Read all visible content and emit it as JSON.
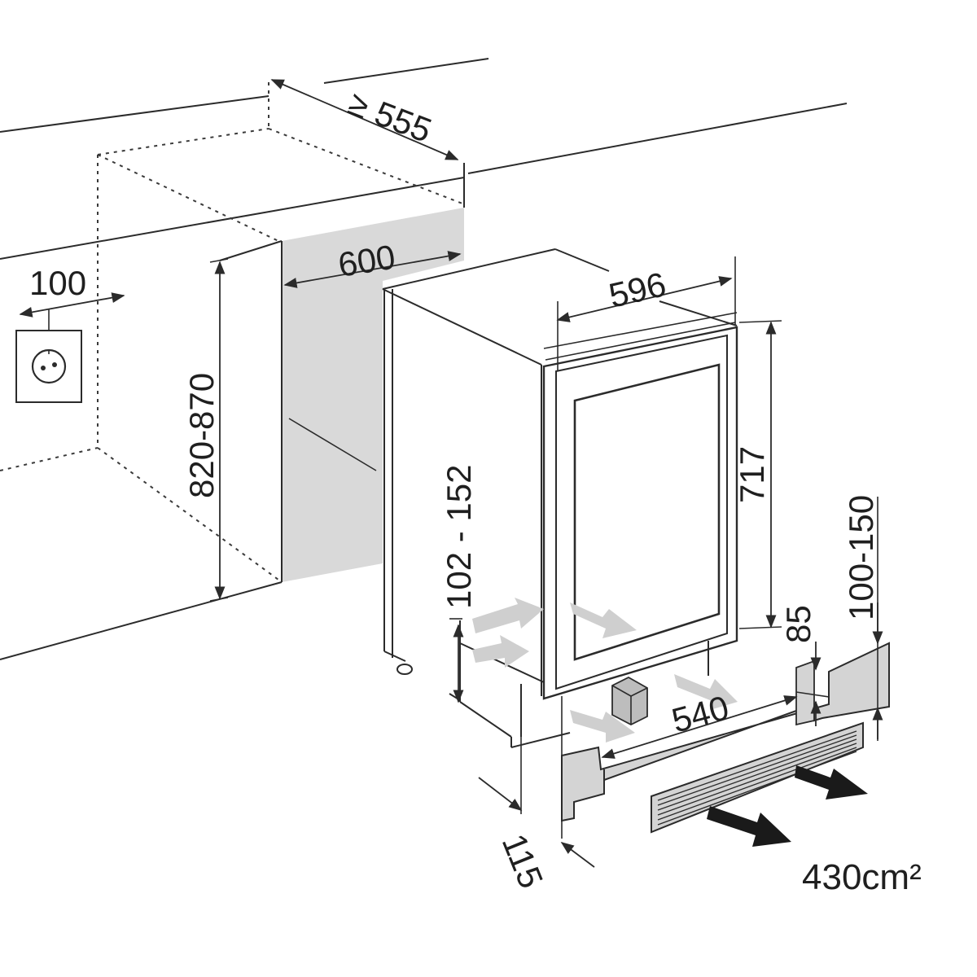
{
  "dimensions": {
    "niche_depth": "≥ 555",
    "niche_width": "600",
    "socket_offset": "100",
    "niche_height": "820-870",
    "appliance_width": "596",
    "door_height": "717",
    "foot_height": "102 - 152",
    "plinth_height": "100-150",
    "plinth_clearance": "85",
    "foot_span": "540",
    "door_setback": "115",
    "vent_area": "430cm²"
  },
  "colors": {
    "line": "#2b2b2b",
    "niche_fill": "#d9d9d9",
    "plinth_fill": "#d4d4d4",
    "arrow_light": "#cfcfcf",
    "arrow_dark": "#1a1a1a"
  },
  "icons": [
    "power-socket-icon",
    "air-intake-arrow-icon",
    "air-exhaust-arrow-icon"
  ]
}
